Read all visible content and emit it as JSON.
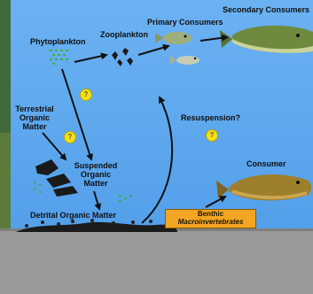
{
  "labels": {
    "phytoplankton": "Phytoplankton",
    "zooplankton": "Zooplankton",
    "primary_consumers": "Primary Consumers",
    "secondary_consumers": "Secondary Consumers",
    "terrestrial_line1": "Terrestrial",
    "terrestrial_line2": "Organic",
    "terrestrial_line3": "Matter",
    "suspended_line1": "Suspended",
    "suspended_line2": "Organic",
    "suspended_line3": "Matter",
    "resuspension": "Resuspension?",
    "consumer": "Consumer",
    "detrital": "Detrital Organic Matter",
    "benthic_line1": "Benthic",
    "benthic_line2": "Macroinvertebrates"
  },
  "question_mark": "?",
  "colors": {
    "water": "#54a2ee",
    "water_top": "#74b8f4",
    "sediment": "#9a9a9a",
    "left_strip": "#3f6a3c",
    "benthic_box": "#f3a623",
    "marker": "#f4e01c",
    "algae": "#39b24a"
  }
}
